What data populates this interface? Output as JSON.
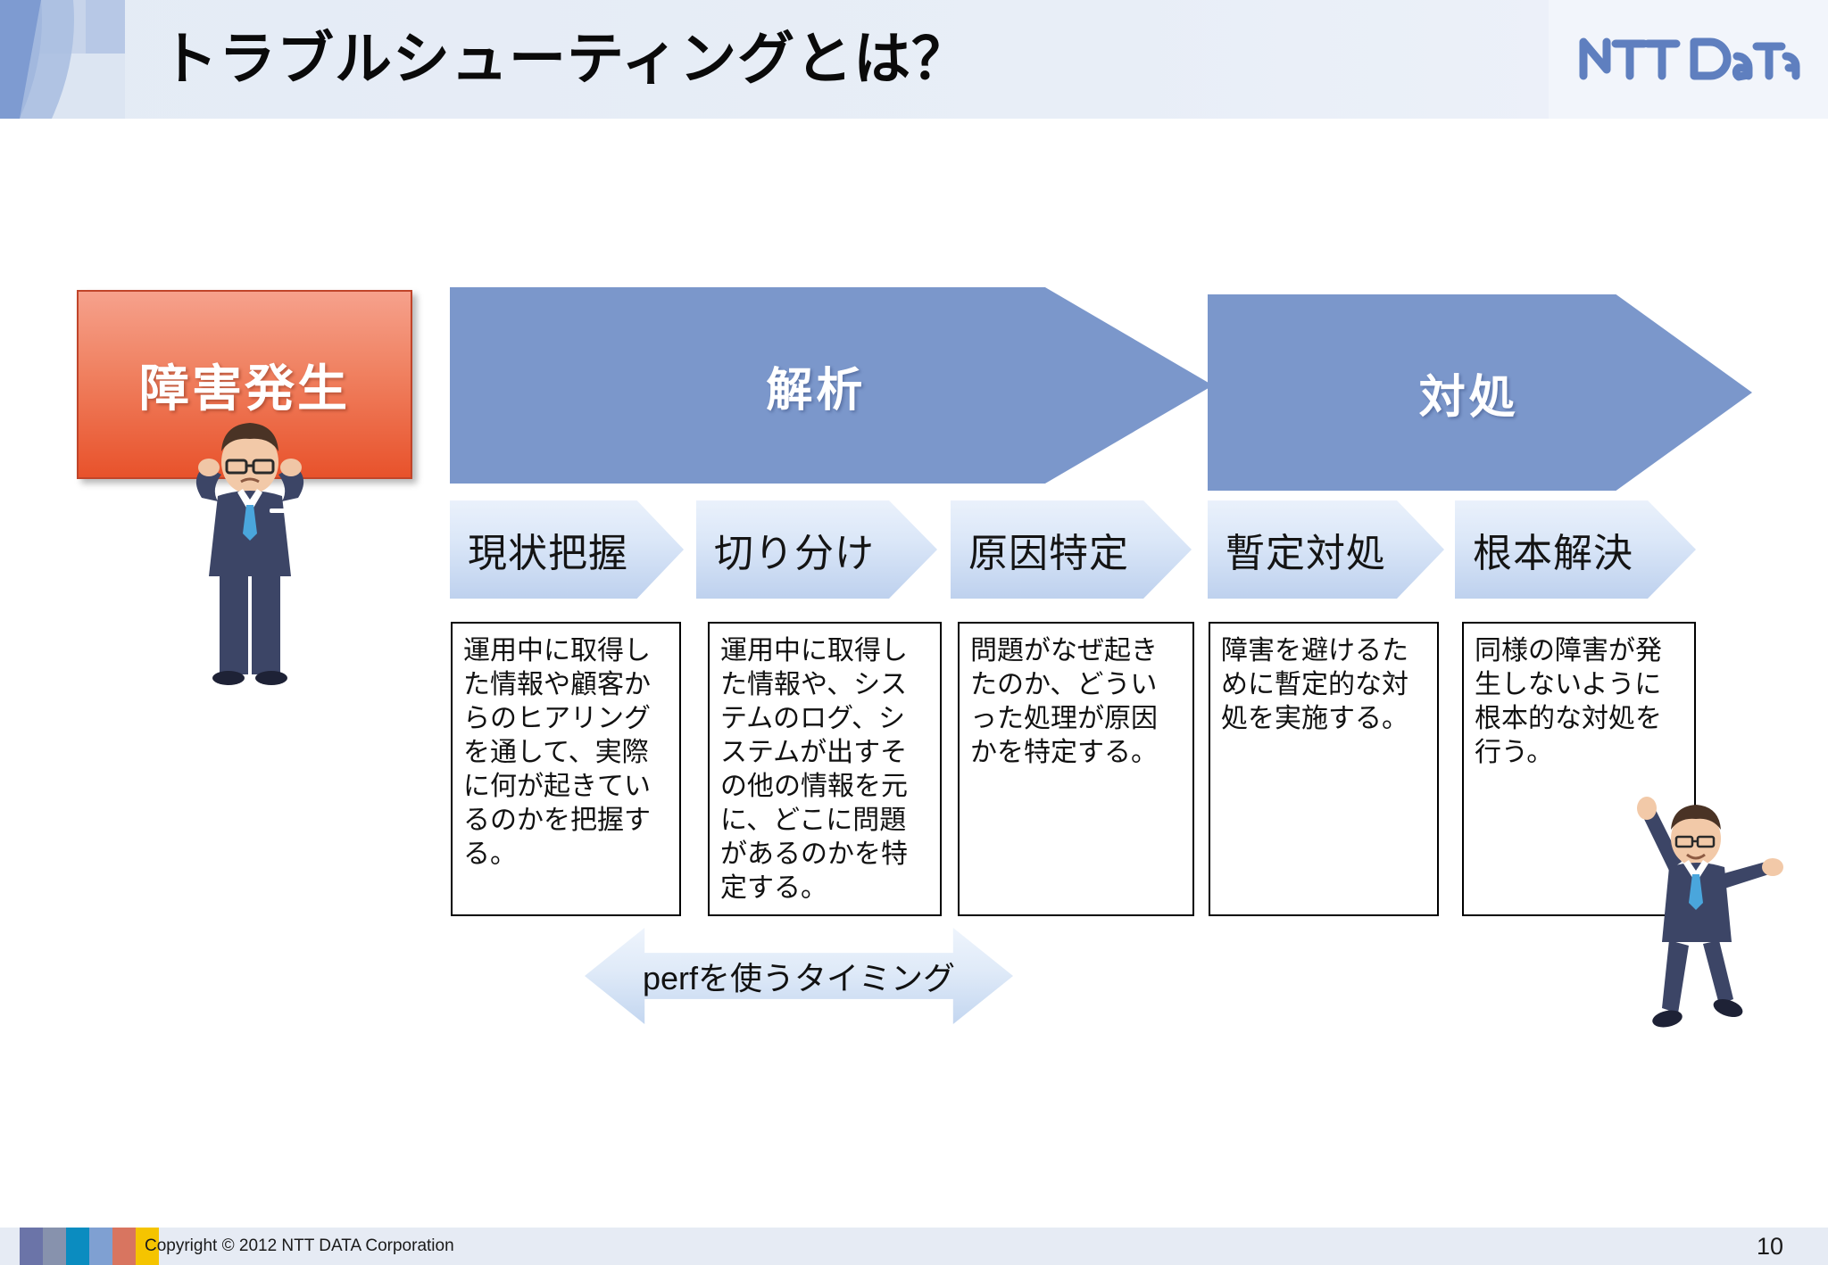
{
  "header": {
    "title": "トラブルシューティングとは？",
    "logo_text": "NTT DaTa",
    "logo_color": "#5f7fbf"
  },
  "incident": {
    "label": "障害発生",
    "fill_top": "#f6a18c",
    "fill_bottom": "#e8522b",
    "icon": "worried-businessman-illustration"
  },
  "phases": [
    {
      "label": "解析",
      "color": "#7b97cb"
    },
    {
      "label": "対処",
      "color": "#7b97cb"
    }
  ],
  "steps": [
    {
      "label": "現状把握"
    },
    {
      "label": "切り分け"
    },
    {
      "label": "原因特定"
    },
    {
      "label": "暫定対処"
    },
    {
      "label": "根本解決"
    }
  ],
  "descriptions": [
    {
      "text": "運用中に取得した情報や顧客からのヒアリングを通して、実際に何が起きているのかを把握する。"
    },
    {
      "text": "運用中に取得した情報や、システムのログ、システムが出すその他の情報を元に、どこに問題があるのかを特定する。"
    },
    {
      "text": "問題がなぜ起きたのか、どういった処理が原因かを特定する。"
    },
    {
      "text": "障害を避けるために暫定的な対処を実施する。"
    },
    {
      "text": "同様の障害が発生しないように根本的な対処を行う。"
    }
  ],
  "perf_arrow": {
    "label": "perfを使うタイミング"
  },
  "celebration": {
    "icon": "celebrating-businessman-illustration"
  },
  "footer": {
    "copyright": "Copyright © 2012 NTT DATA Corporation",
    "page_number": "10",
    "swatch_colors": [
      "#6b74a8",
      "#8792ad",
      "#0b8cc0",
      "#7fa0d2",
      "#d87560",
      "#f5c400"
    ]
  }
}
